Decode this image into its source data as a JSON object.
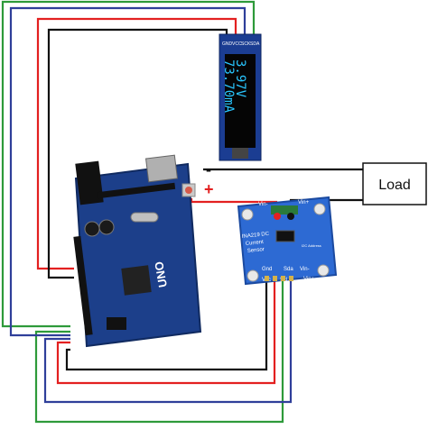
{
  "oled": {
    "pins": [
      "GND",
      "VCC",
      "SCK",
      "SDA"
    ],
    "line1": "3.97V",
    "line2": "73.70mA"
  },
  "load": {
    "label": "Load"
  },
  "supply": {
    "minus": "-",
    "plus": "+"
  },
  "arduino": {
    "logo": "UNO"
  },
  "sensor": {
    "title_line1": "INA219 DC",
    "title_line2": "Current",
    "title_line3": "Sensor",
    "vin_minus_top": "Vin-",
    "vin_plus_top": "Vin+",
    "gnd": "Gnd",
    "sda": "Sda",
    "scl": "Scl",
    "vcc": "Vcc",
    "vin_minus_bottom": "Vin-",
    "vin_plus_bottom": "Vin+",
    "address": "I2C Address"
  },
  "colors": {
    "wire_red": "#e32020",
    "wire_black": "#111111",
    "wire_blue": "#2f3f9a",
    "wire_green": "#2e9a3a",
    "board_blue": "#1c3f8a",
    "oled_text": "#29c6ff"
  }
}
